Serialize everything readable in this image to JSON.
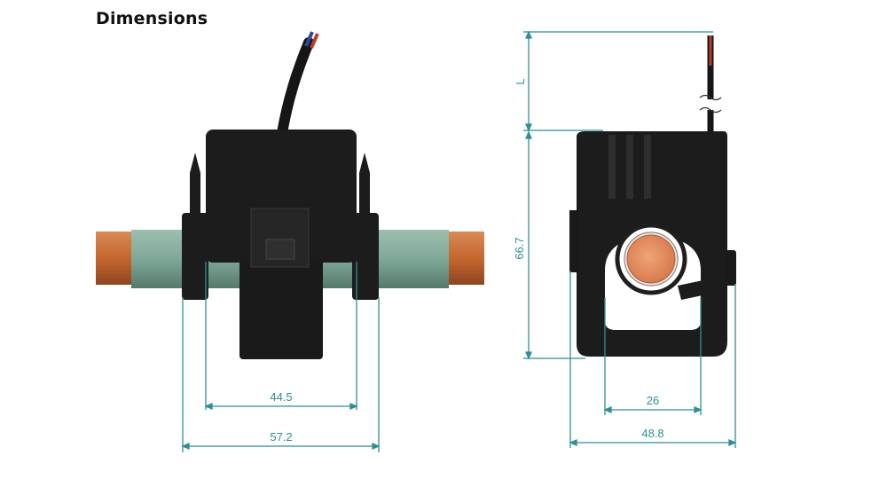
{
  "header": {
    "title": "Dimensions"
  },
  "front_view": {
    "inner_width_label": "44.5",
    "outer_width_label": "57.2"
  },
  "side_view": {
    "cable_length_label": "L",
    "height_label": "66.7",
    "opening_label": "26",
    "width_label": "48.8"
  },
  "colors": {
    "dimension_line": "#2f8f94",
    "body": "#1c1c1c",
    "conductor": "#c86a3a",
    "insulation": "#7fa898",
    "wire_red": "#c0392b",
    "wire_blue": "#2c4a9a"
  }
}
